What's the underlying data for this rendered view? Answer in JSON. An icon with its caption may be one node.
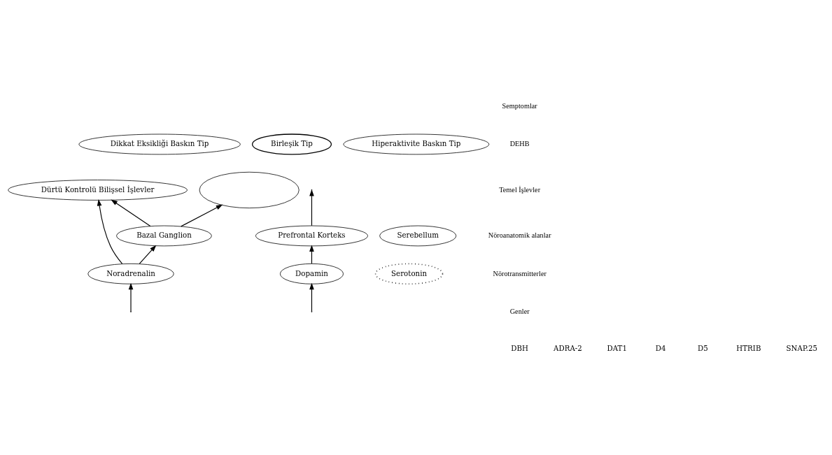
{
  "diagram": {
    "nodes": [
      {
        "text": [
          "Dikkat Eksikliği Baskın Tip"
        ]
      },
      {
        "text": [
          "Birleşik Tip"
        ]
      },
      {
        "text": [
          "Hiperaktivite Baskın Tip"
        ]
      },
      {
        "text": [
          "Dürtü Kontrolü Bilişsel İşlevler"
        ]
      },
      {
        "text": [],
        "shape": "ellipse"
      },
      {
        "text": [
          "Prefrontal Korteks"
        ]
      },
      {
        "text": [
          "Bazal Ganglion"
        ]
      },
      {
        "text": [
          "Serebellum"
        ]
      },
      {
        "text": [
          "Noradrenalin"
        ]
      },
      {
        "text": [
          "Dopamin"
        ]
      },
      {
        "text": [
          "Serotonin"
        ]
      }
    ],
    "edges": [
      {
        "from": 5,
        "to": null,
        "arrow": "to"
      },
      {
        "from": 8,
        "to": 6,
        "arrow": "to"
      },
      {
        "from": 8,
        "to": 3,
        "arrow": "to"
      },
      {
        "from": 9,
        "to": 5,
        "arrow": "to"
      },
      {
        "from": 6,
        "to": 4,
        "arrow": "to"
      },
      {
        "from": 6,
        "to": 3,
        "arrow": "to"
      },
      {
        "from": null,
        "to": 8,
        "arrow": "to"
      },
      {
        "from": null,
        "to": 9,
        "arrow": "to"
      }
    ],
    "labels": [
      "Semptomlar",
      "DEHB",
      "Temel İşlevler",
      "Nöroanatomik alanlar",
      "Nörotransmitterler",
      "Genler",
      "DBH",
      "ADRA-2",
      "DAT1",
      "D4",
      "D5",
      "HTRIB",
      "SNAP.25"
    ]
  }
}
